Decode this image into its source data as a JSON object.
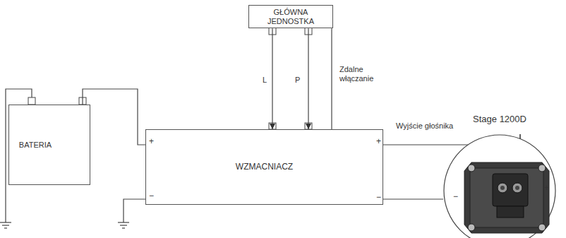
{
  "diagram": {
    "nodes": [
      {
        "text": [
          "GŁÓWNA JEDNOSTKA"
        ]
      },
      {
        "text": [
          "BATERIA"
        ]
      },
      {
        "text": [
          "WZMACNIACZ"
        ]
      },
      {
        "text": [
          "Stage 1200D"
        ]
      }
    ],
    "edges": [
      {
        "from": 0,
        "to": 2,
        "label": "L",
        "arrow": "to"
      },
      {
        "from": 0,
        "to": 2,
        "label": "P",
        "arrow": "to"
      },
      {
        "from": 0,
        "to": 2,
        "label": "Zdalne włączanie",
        "arrow": "none"
      },
      {
        "from": 1,
        "to": 2,
        "arrow": "none"
      },
      {
        "from": 2,
        "to": 3,
        "label": "Wyjście głośnika",
        "arrow": "none"
      },
      {
        "from": 2,
        "to": 3,
        "arrow": "none"
      }
    ],
    "labels": [
      "+",
      "−",
      "+",
      "−",
      "−",
      "+"
    ]
  }
}
